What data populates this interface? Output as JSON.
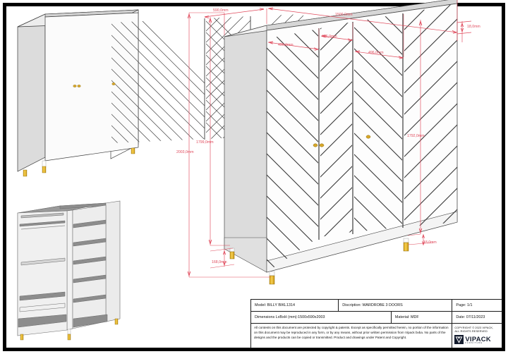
{
  "document": {
    "type": "technical-drawing",
    "product": "wardrobe",
    "views": {
      "front_iso": "front isometric view of closed wardrobe with chevron doors",
      "interior_iso": "interior isometric view showing shelves and hanging rail",
      "main_dimensioned": "large dimensioned isometric view"
    }
  },
  "dimensions": {
    "depth": "590,0mm",
    "width": "1500,0mm",
    "top_panel": "18,0mm",
    "door_1": "496,0mm",
    "door_2": "496,0mm",
    "door_3": "496,0mm",
    "total_height": "2003,0mm",
    "body_height": "1799,0mm",
    "door_height": "1792,0mm",
    "bottom_panel": "18,0mm",
    "leg_height": "168,0mm"
  },
  "title_block": {
    "model_label": "Model: BILLY BIKL1314",
    "description_label": "Discription: WARDROBE 3 DOORS",
    "page_label": "Page: 1/1",
    "dimensions_label": "Dimensions LxBxH (mm):1500x590x2003",
    "material_label": "Material: MDF",
    "date_label": "Date: 07/11/2023",
    "legal_text": "All contents on this document are protected by copyright & patents. Except as specifically permitted herein, no portion of the information on this document may be reproduced in any form, or by any means, without prior written permission from Vipack bvba. No parts of the designs and the products can be copied or transmitted. Product and drawings under Patent and Copyright.",
    "copyright_line_1": "COPYRIGHT © 2023 VIPACK,",
    "copyright_line_2": "ALL RIGHTS RESERVED",
    "brand_name": "VIPACK",
    "brand_subtitle": "FURNITURE",
    "brand_mark": "V"
  },
  "colors": {
    "dimension_red": "#e04a5c",
    "outline_black": "#1a1a1a",
    "panel_fill": "#e2e2e2",
    "panel_shade": "#c9c9c9",
    "brass": "#e8b62c",
    "brand_navy": "#141c2e",
    "page_border": "#000000"
  }
}
